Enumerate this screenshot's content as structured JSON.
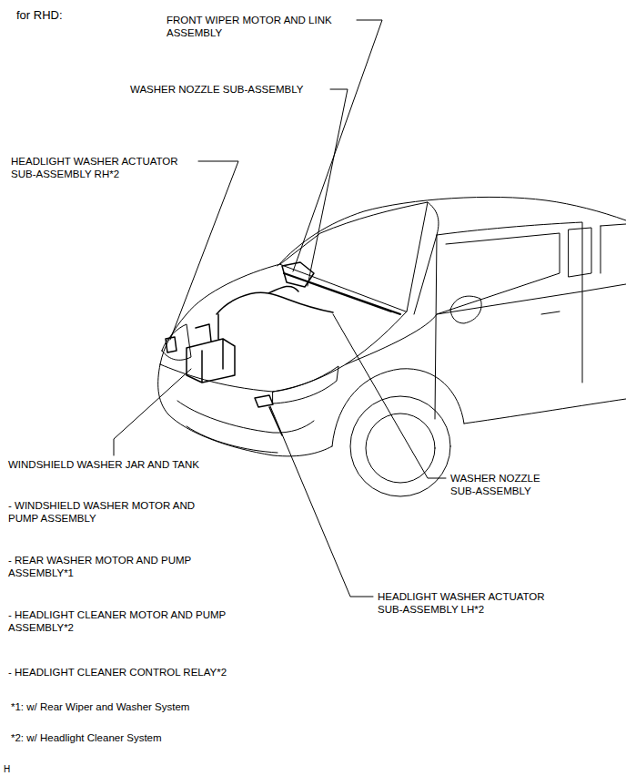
{
  "diagram": {
    "title": "for RHD:",
    "labels": [
      "FRONT WIPER MOTOR AND LINK ASSEMBLY",
      "WASHER NOZZLE SUB-ASSEMBLY",
      "HEADLIGHT WASHER ACTUATOR SUB-ASSEMBLY RH*2",
      "WINDSHIELD WASHER JAR AND TANK",
      "- WINDSHIELD WASHER MOTOR AND PUMP ASSEMBLY",
      "- REAR WASHER MOTOR AND PUMP ASSEMBLY*1",
      "- HEADLIGHT CLEANER MOTOR AND PUMP ASSEMBLY*2",
      "- HEADLIGHT CLEANER CONTROL RELAY*2",
      "*1: w/ Rear Wiper and Washer System",
      "*2: w/ Headlight Cleaner System",
      "WASHER NOZZLE SUB-ASSEMBLY",
      "HEADLIGHT WASHER ACTUATOR SUB-ASSEMBLY LH*2",
      "H"
    ]
  }
}
